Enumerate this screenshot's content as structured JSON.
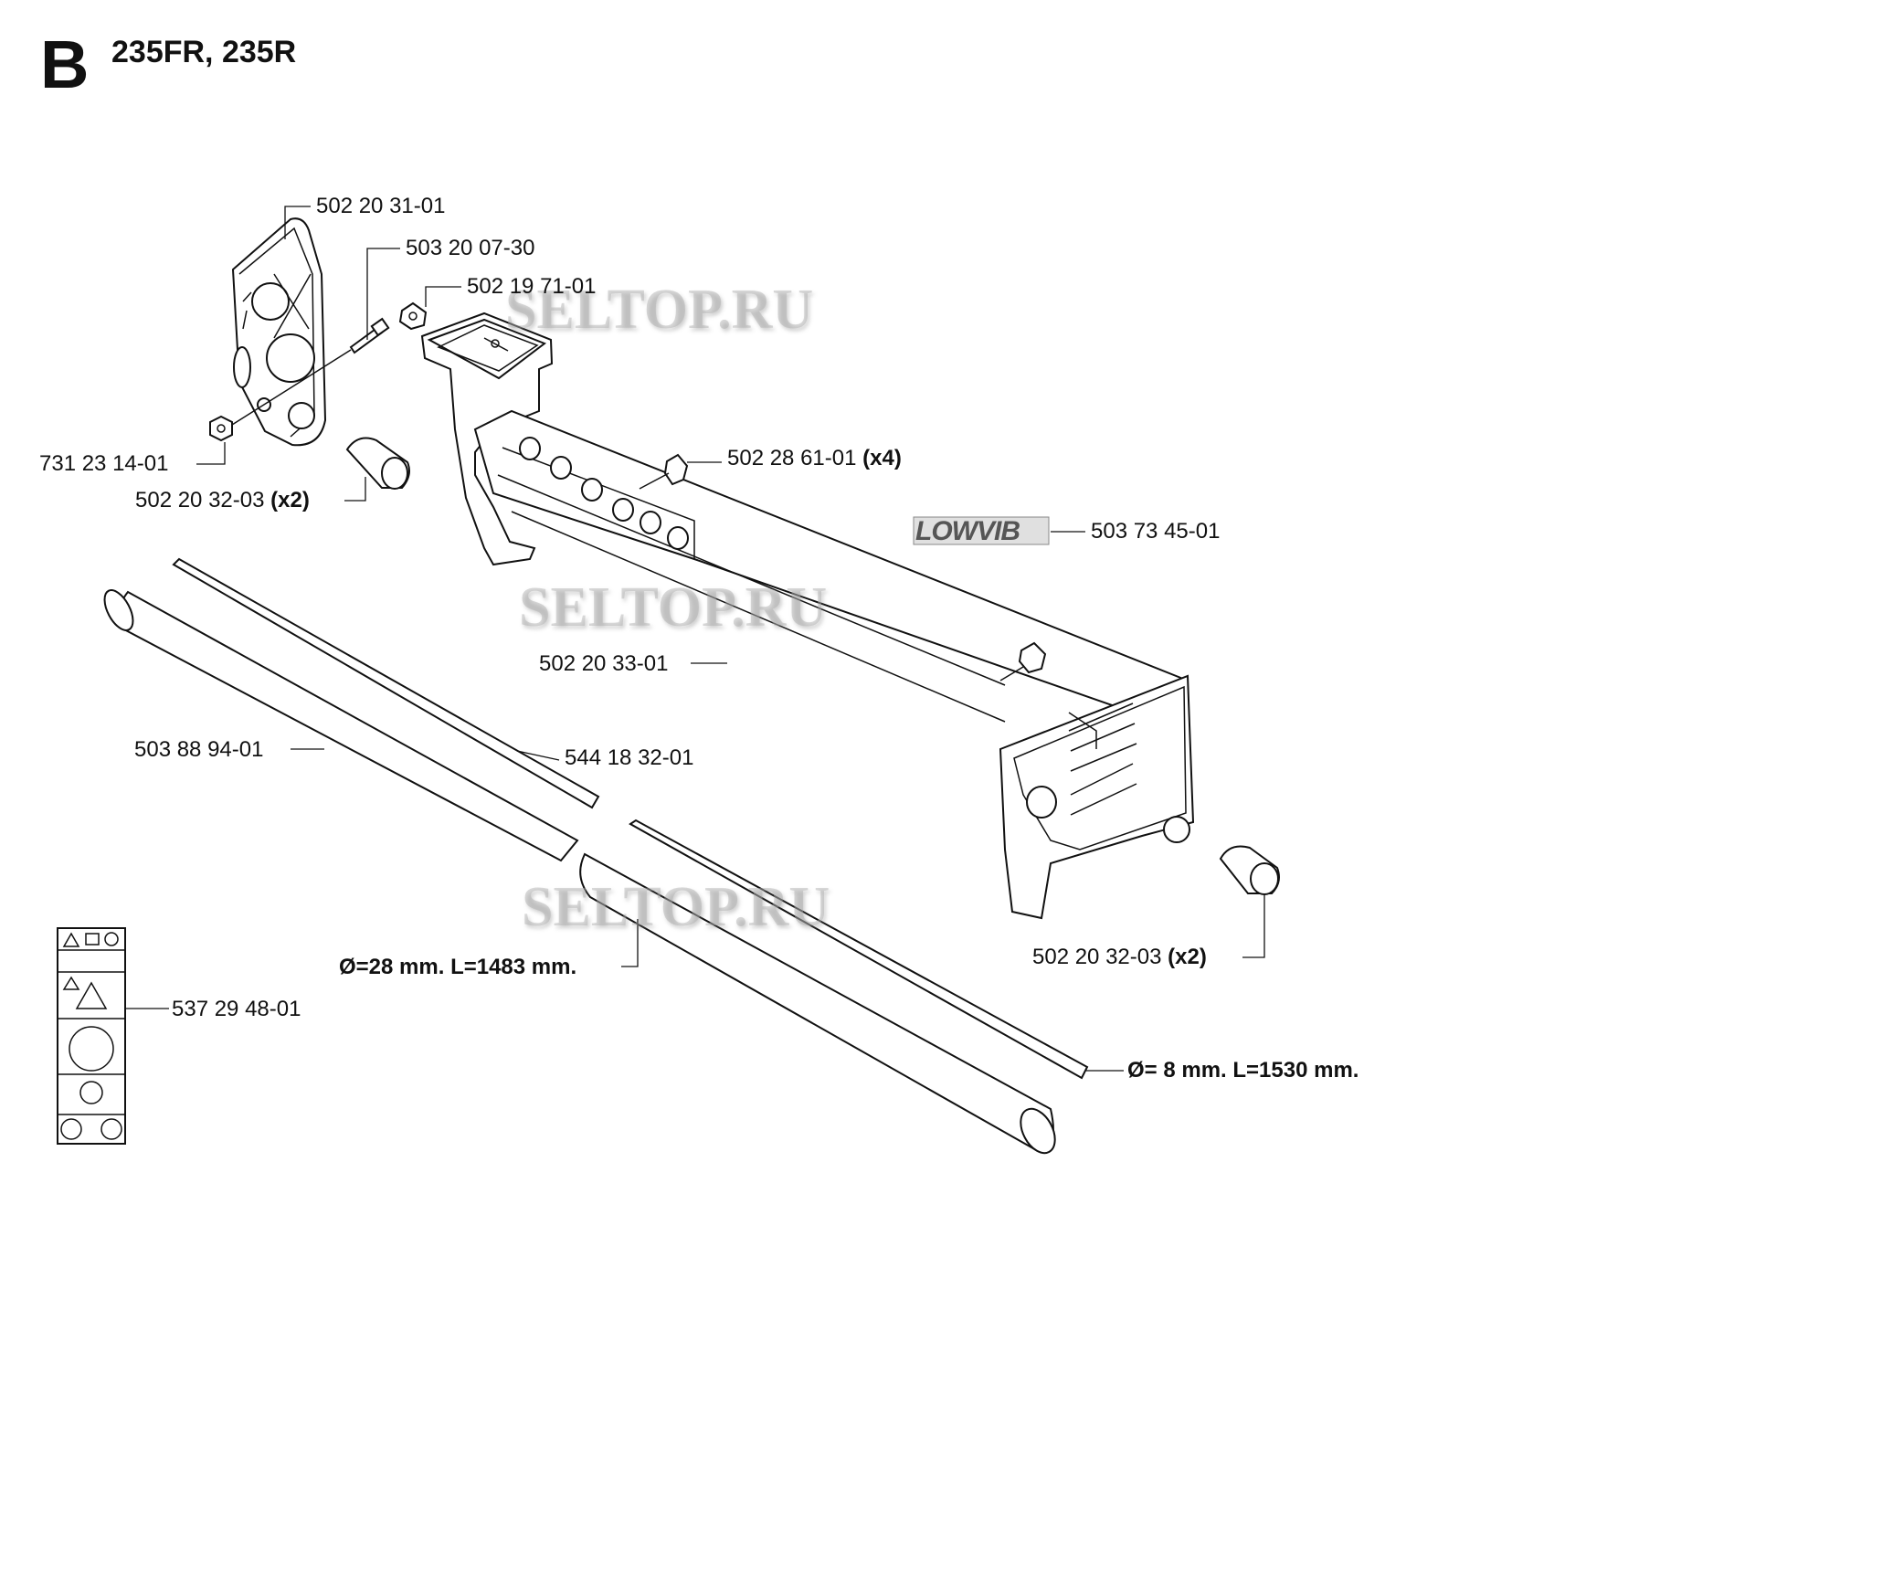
{
  "header": {
    "section": "B",
    "models": "235FR, 235R"
  },
  "watermarks": [
    "SELTOP.RU",
    "SELTOP.RU",
    "SELTOP.RU"
  ],
  "decal_logo_text": "LOWVIB",
  "parts": [
    {
      "number": "502 20 31-01"
    },
    {
      "number": "503 20 07-30"
    },
    {
      "number": "502 19 71-01"
    },
    {
      "number": "731 23 14-01"
    },
    {
      "number": "502 20 32-03",
      "qty": "(x2)"
    },
    {
      "number": "502 28 61-01",
      "qty": "(x4)"
    },
    {
      "number": "503 73 45-01"
    },
    {
      "number": "502 20 33-01"
    },
    {
      "number": "503 88 94-01"
    },
    {
      "number": "544 18 32-01"
    },
    {
      "number": "502 20 32-03",
      "qty": "(x2)"
    },
    {
      "number": "537 29 48-01"
    }
  ],
  "dimensions": {
    "tube": "Ø=28 mm. L=1483 mm.",
    "shaft": "Ø= 8 mm. L=1530 mm."
  }
}
